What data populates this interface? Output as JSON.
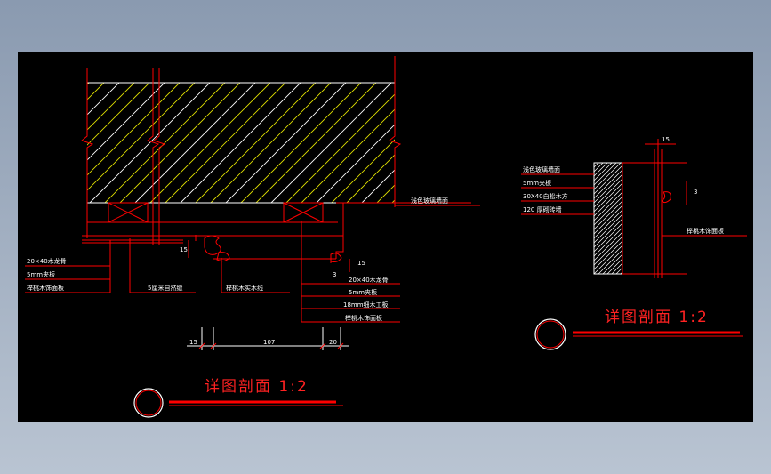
{
  "colors": {
    "background": "#000000",
    "line": "#ff0000",
    "text": "#ffffff",
    "hatch": "#e0e000",
    "title": "#ff2222",
    "frame": "#9aa8bb"
  },
  "left_section": {
    "title": "详图剖面  1:2",
    "labels": {
      "top_right": "浅色玻璃墙面",
      "left_1": "20×40木龙骨",
      "left_2": "5mm夹板",
      "left_3": "榉桃木饰面板",
      "mid_1": "5厘米自然缝",
      "mid_2": "榉桃木实木线",
      "right_1": "20×40木龙骨",
      "right_2": "5mm夹板",
      "right_3": "18mm细木工板",
      "right_4": "榉桃木饰面板"
    },
    "dims": {
      "d1": "15",
      "d2": "107",
      "d3": "20",
      "v1": "15",
      "v2": "15",
      "v3": "3"
    }
  },
  "right_section": {
    "title": "详图剖面  1:2",
    "labels": {
      "l1": "浅色玻璃墙面",
      "l2": "5mm夹板",
      "l3": "30X40白松木方",
      "l4": "120 厚砌砖墙",
      "r1": "榉桃木饰面板"
    },
    "dims": {
      "top": "15",
      "side": "3"
    }
  }
}
